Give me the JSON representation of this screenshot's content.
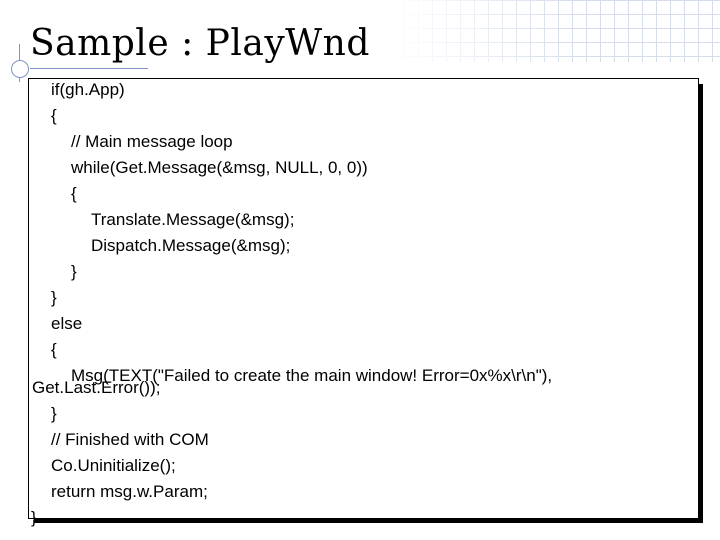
{
  "slide": {
    "title": "Sample : PlayWnd"
  },
  "code": {
    "lines": [
      "if(gh.App)",
      "{",
      "// Main message loop",
      "while(Get.Message(&msg, NULL, 0, 0))",
      "{",
      "Translate.Message(&msg);",
      "Dispatch.Message(&msg);",
      "}",
      "}",
      "else",
      "{",
      "Msg(TEXT(\"Failed to create the main window! Error=0x%x\\r\\n\"),",
      "Get.Last.Error());",
      "}",
      "// Finished with COM",
      "Co.Uninitialize();",
      "return msg.w.Param;",
      "}"
    ]
  }
}
